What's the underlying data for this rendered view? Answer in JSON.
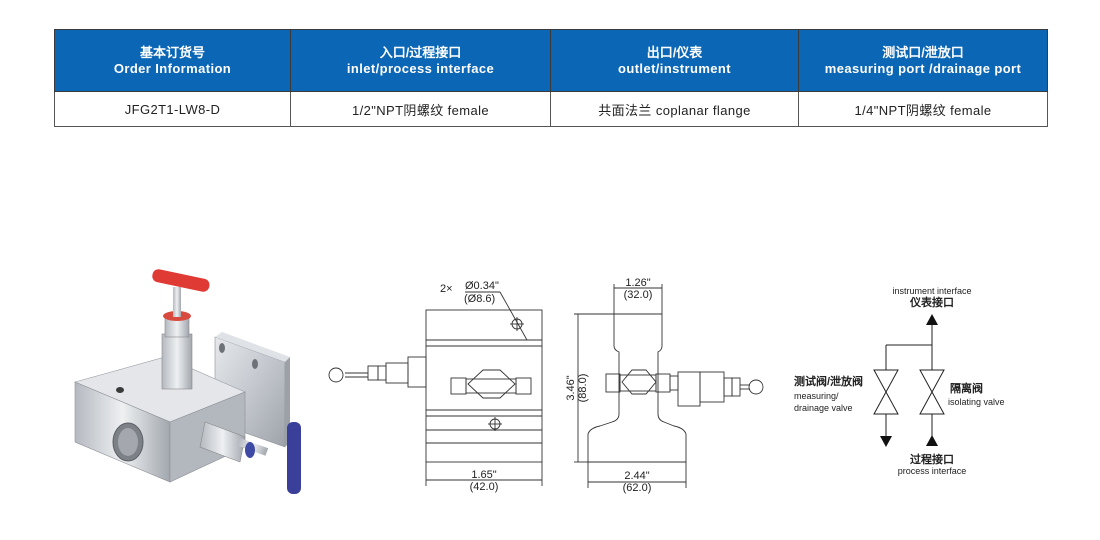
{
  "table": {
    "headers": [
      {
        "cn": "基本订货号",
        "en": "Order Information"
      },
      {
        "cn": "入口/过程接口",
        "en": "inlet/process interface"
      },
      {
        "cn": "出口/仪表",
        "en": "outlet/instrument"
      },
      {
        "cn": "测试口/泄放口",
        "en": "measuring port /drainage port"
      }
    ],
    "rows": [
      [
        "JFG2T1-LW8-D",
        "1/2\"NPT阴螺纹 female",
        "共面法兰 coplanar flange",
        "1/4\"NPT阴螺纹 female"
      ]
    ],
    "header_color": "#0b66b5"
  },
  "front_view": {
    "hole_label_prefix": "2×",
    "hole_dia_in": "Ø0.34\"",
    "hole_dia_mm": "(Ø8.6)",
    "width_in": "1.65\"",
    "width_mm": "(42.0)"
  },
  "side_view": {
    "top_width_in": "1.26\"",
    "top_width_mm": "(32.0)",
    "height_in": "3.46\"",
    "height_mm": "(88.0)",
    "base_width_in": "2.44\"",
    "base_width_mm": "(62.0)"
  },
  "schematic": {
    "instrument_en": "instrument  interface",
    "instrument_cn": "仪表接口",
    "measuring_cn": "测试阀/泄放阀",
    "measuring_en1": "measuring/",
    "measuring_en2": "drainage  valve",
    "isolating_cn": "隔离阀",
    "isolating_en": "isolating  valve",
    "process_cn": "过程接口",
    "process_en": "process  interface"
  },
  "photo": {
    "handle_top_color": "#e03a35",
    "handle_side_color": "#3a3f9a"
  }
}
